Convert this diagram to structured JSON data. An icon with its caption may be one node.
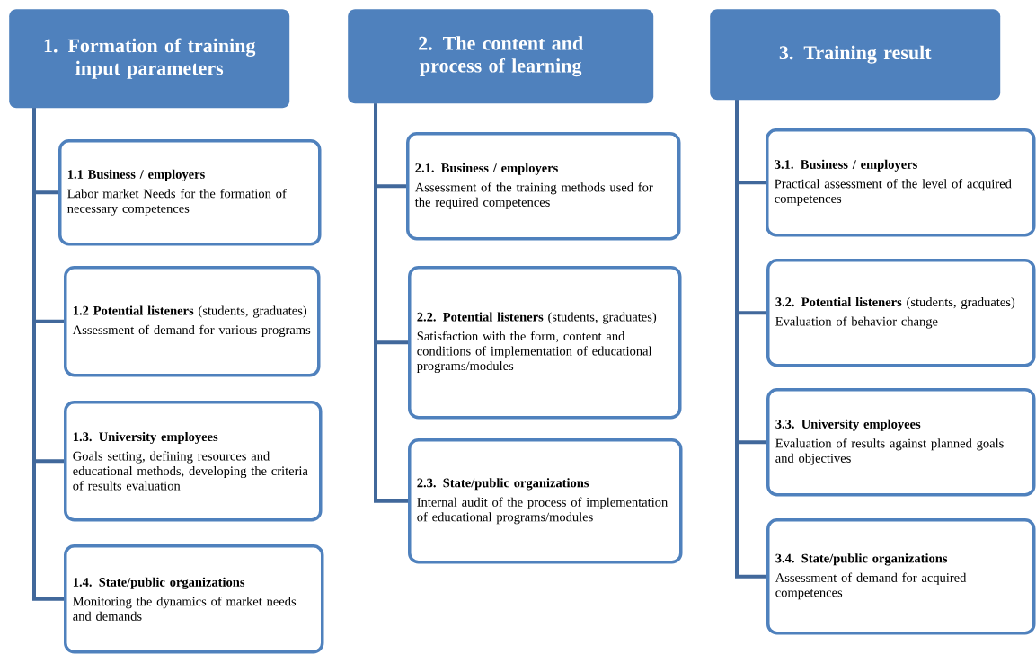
{
  "diagram": {
    "nodes": [
      {
        "text": [
          "1. Formation of training input parameters"
        ]
      },
      {
        "text": [
          "2. The content and process of learning"
        ]
      },
      {
        "text": [
          "3. Training result"
        ]
      },
      {
        "text": [
          "1.1 Business / employers",
          "Labor market Needs for the formation of necessary competences"
        ]
      },
      {
        "text": [
          "**1.2 Potential listeners** (students, graduates)",
          "Assessment of demand for various programs"
        ]
      },
      {
        "text": [
          "1.3. University employees",
          "Goals setting, defining resources and educational methods, developing the criteria of results evaluation"
        ]
      },
      {
        "text": [
          "1.4. State/public organizations",
          "Monitoring the dynamics of market needs and demands"
        ]
      },
      {
        "text": [
          "2.1. Business / employers",
          "Assessment of the training methods used for the required competences"
        ]
      },
      {
        "text": [
          "**2.2. Potential listeners** (students, graduates)",
          "Satisfaction with the form, content and conditions of implementation of educational programs/modules"
        ]
      },
      {
        "text": [
          "2.3. State/public organizations",
          "Internal audit of the process of implementation of educational programs/modules"
        ]
      },
      {
        "text": [
          "3.1. Business / employers",
          "Practical assessment of the level of acquired competences"
        ]
      },
      {
        "text": [
          "**3.2. Potential listeners** (students, graduates)",
          "Evaluation of behavior change"
        ]
      },
      {
        "text": [
          "3.3. University employees",
          "Evaluation of results against planned goals and objectives"
        ]
      },
      {
        "text": [
          "3.4. State/public organizations",
          "Assessment of demand for acquired competences"
        ]
      }
    ],
    "edges": [
      {
        "from": 0,
        "to": 3,
        "arrow": "none"
      },
      {
        "from": 0,
        "to": 4,
        "arrow": "none"
      },
      {
        "from": 0,
        "to": 5,
        "arrow": "none"
      },
      {
        "from": 0,
        "to": 6,
        "arrow": "none"
      },
      {
        "from": 1,
        "to": 7,
        "arrow": "none"
      },
      {
        "from": 1,
        "to": 8,
        "arrow": "none"
      },
      {
        "from": 1,
        "to": 9,
        "arrow": "none"
      },
      {
        "from": 2,
        "to": 10,
        "arrow": "none"
      },
      {
        "from": 2,
        "to": 11,
        "arrow": "none"
      },
      {
        "from": 2,
        "to": 12,
        "arrow": "none"
      },
      {
        "from": 2,
        "to": 13,
        "arrow": "none"
      }
    ]
  }
}
